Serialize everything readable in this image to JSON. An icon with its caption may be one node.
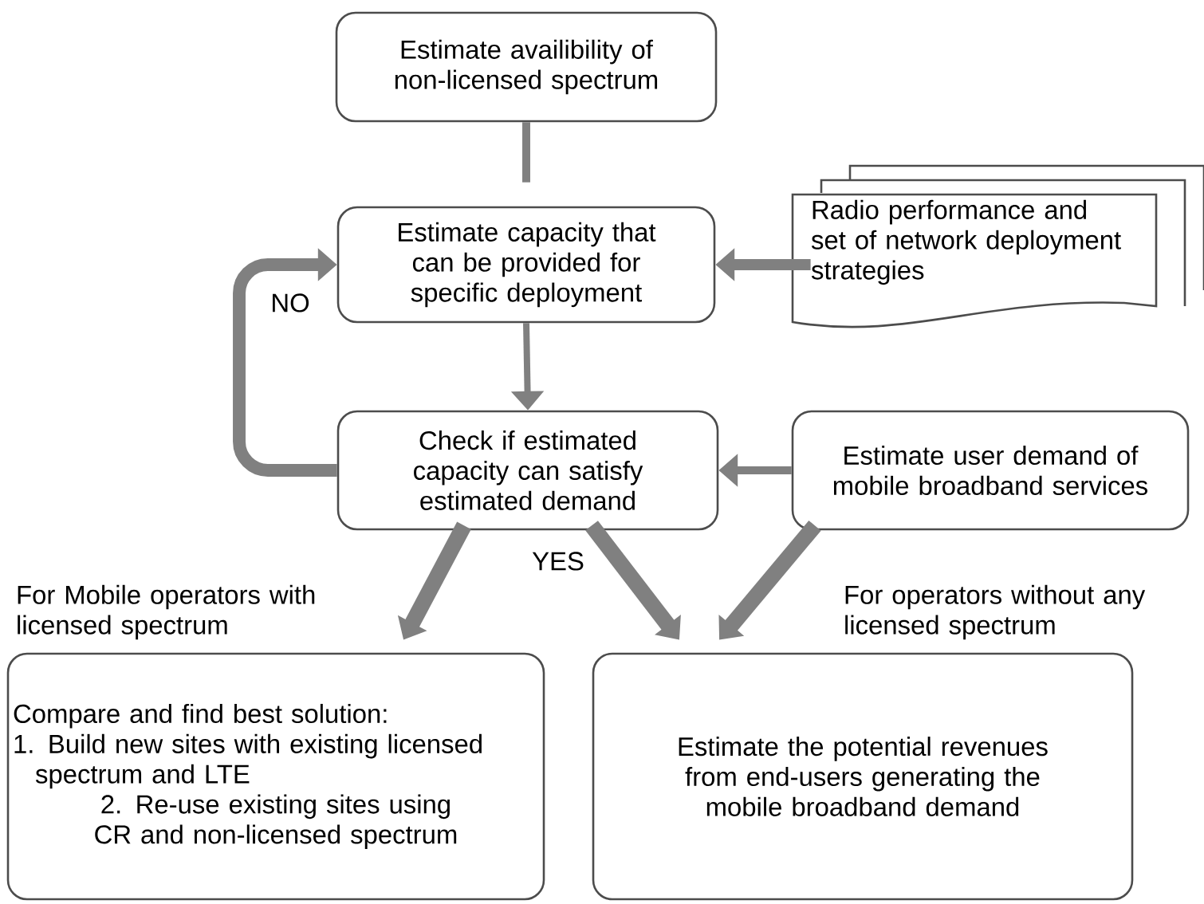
{
  "diagram": {
    "nodes": [
      {
        "text": [
          "Estimate availibility of non-licensed spectrum"
        ]
      },
      {
        "text": [
          "Estimate capacity that can be provided for specific deployment"
        ]
      },
      {
        "text": [
          "Radio performance and set of network deployment strategies"
        ]
      },
      {
        "text": [
          "Check if estimated capacity can satisfy estimated demand"
        ]
      },
      {
        "text": [
          "Estimate user demand of mobile broadband services"
        ]
      },
      {
        "text": [
          "Compare and find best solution:",
          "1. Build new sites with existing licensed spectrum and LTE",
          "2. Re-use existing sites using CR and non-licensed spectrum"
        ]
      },
      {
        "text": [
          "Estimate the potential revenues from end-users generating the mobile broadband demand"
        ]
      }
    ],
    "edges": [
      {
        "from": 0,
        "to": 1,
        "arrow": "none"
      },
      {
        "from": 2,
        "to": 1,
        "arrow": "to"
      },
      {
        "from": 1,
        "to": 3,
        "arrow": "to"
      },
      {
        "from": 3,
        "to": 1,
        "arrow": "to",
        "label": "NO"
      },
      {
        "from": 4,
        "to": 3,
        "arrow": "to"
      },
      {
        "from": 3,
        "to": 5,
        "arrow": "to",
        "label": "For Mobile operators with licensed spectrum"
      },
      {
        "from": 3,
        "to": 6,
        "arrow": "to"
      },
      {
        "from": 4,
        "to": 6,
        "arrow": "to",
        "label": "For operators without any licensed spectrum"
      }
    ],
    "labels": [
      "YES"
    ]
  }
}
